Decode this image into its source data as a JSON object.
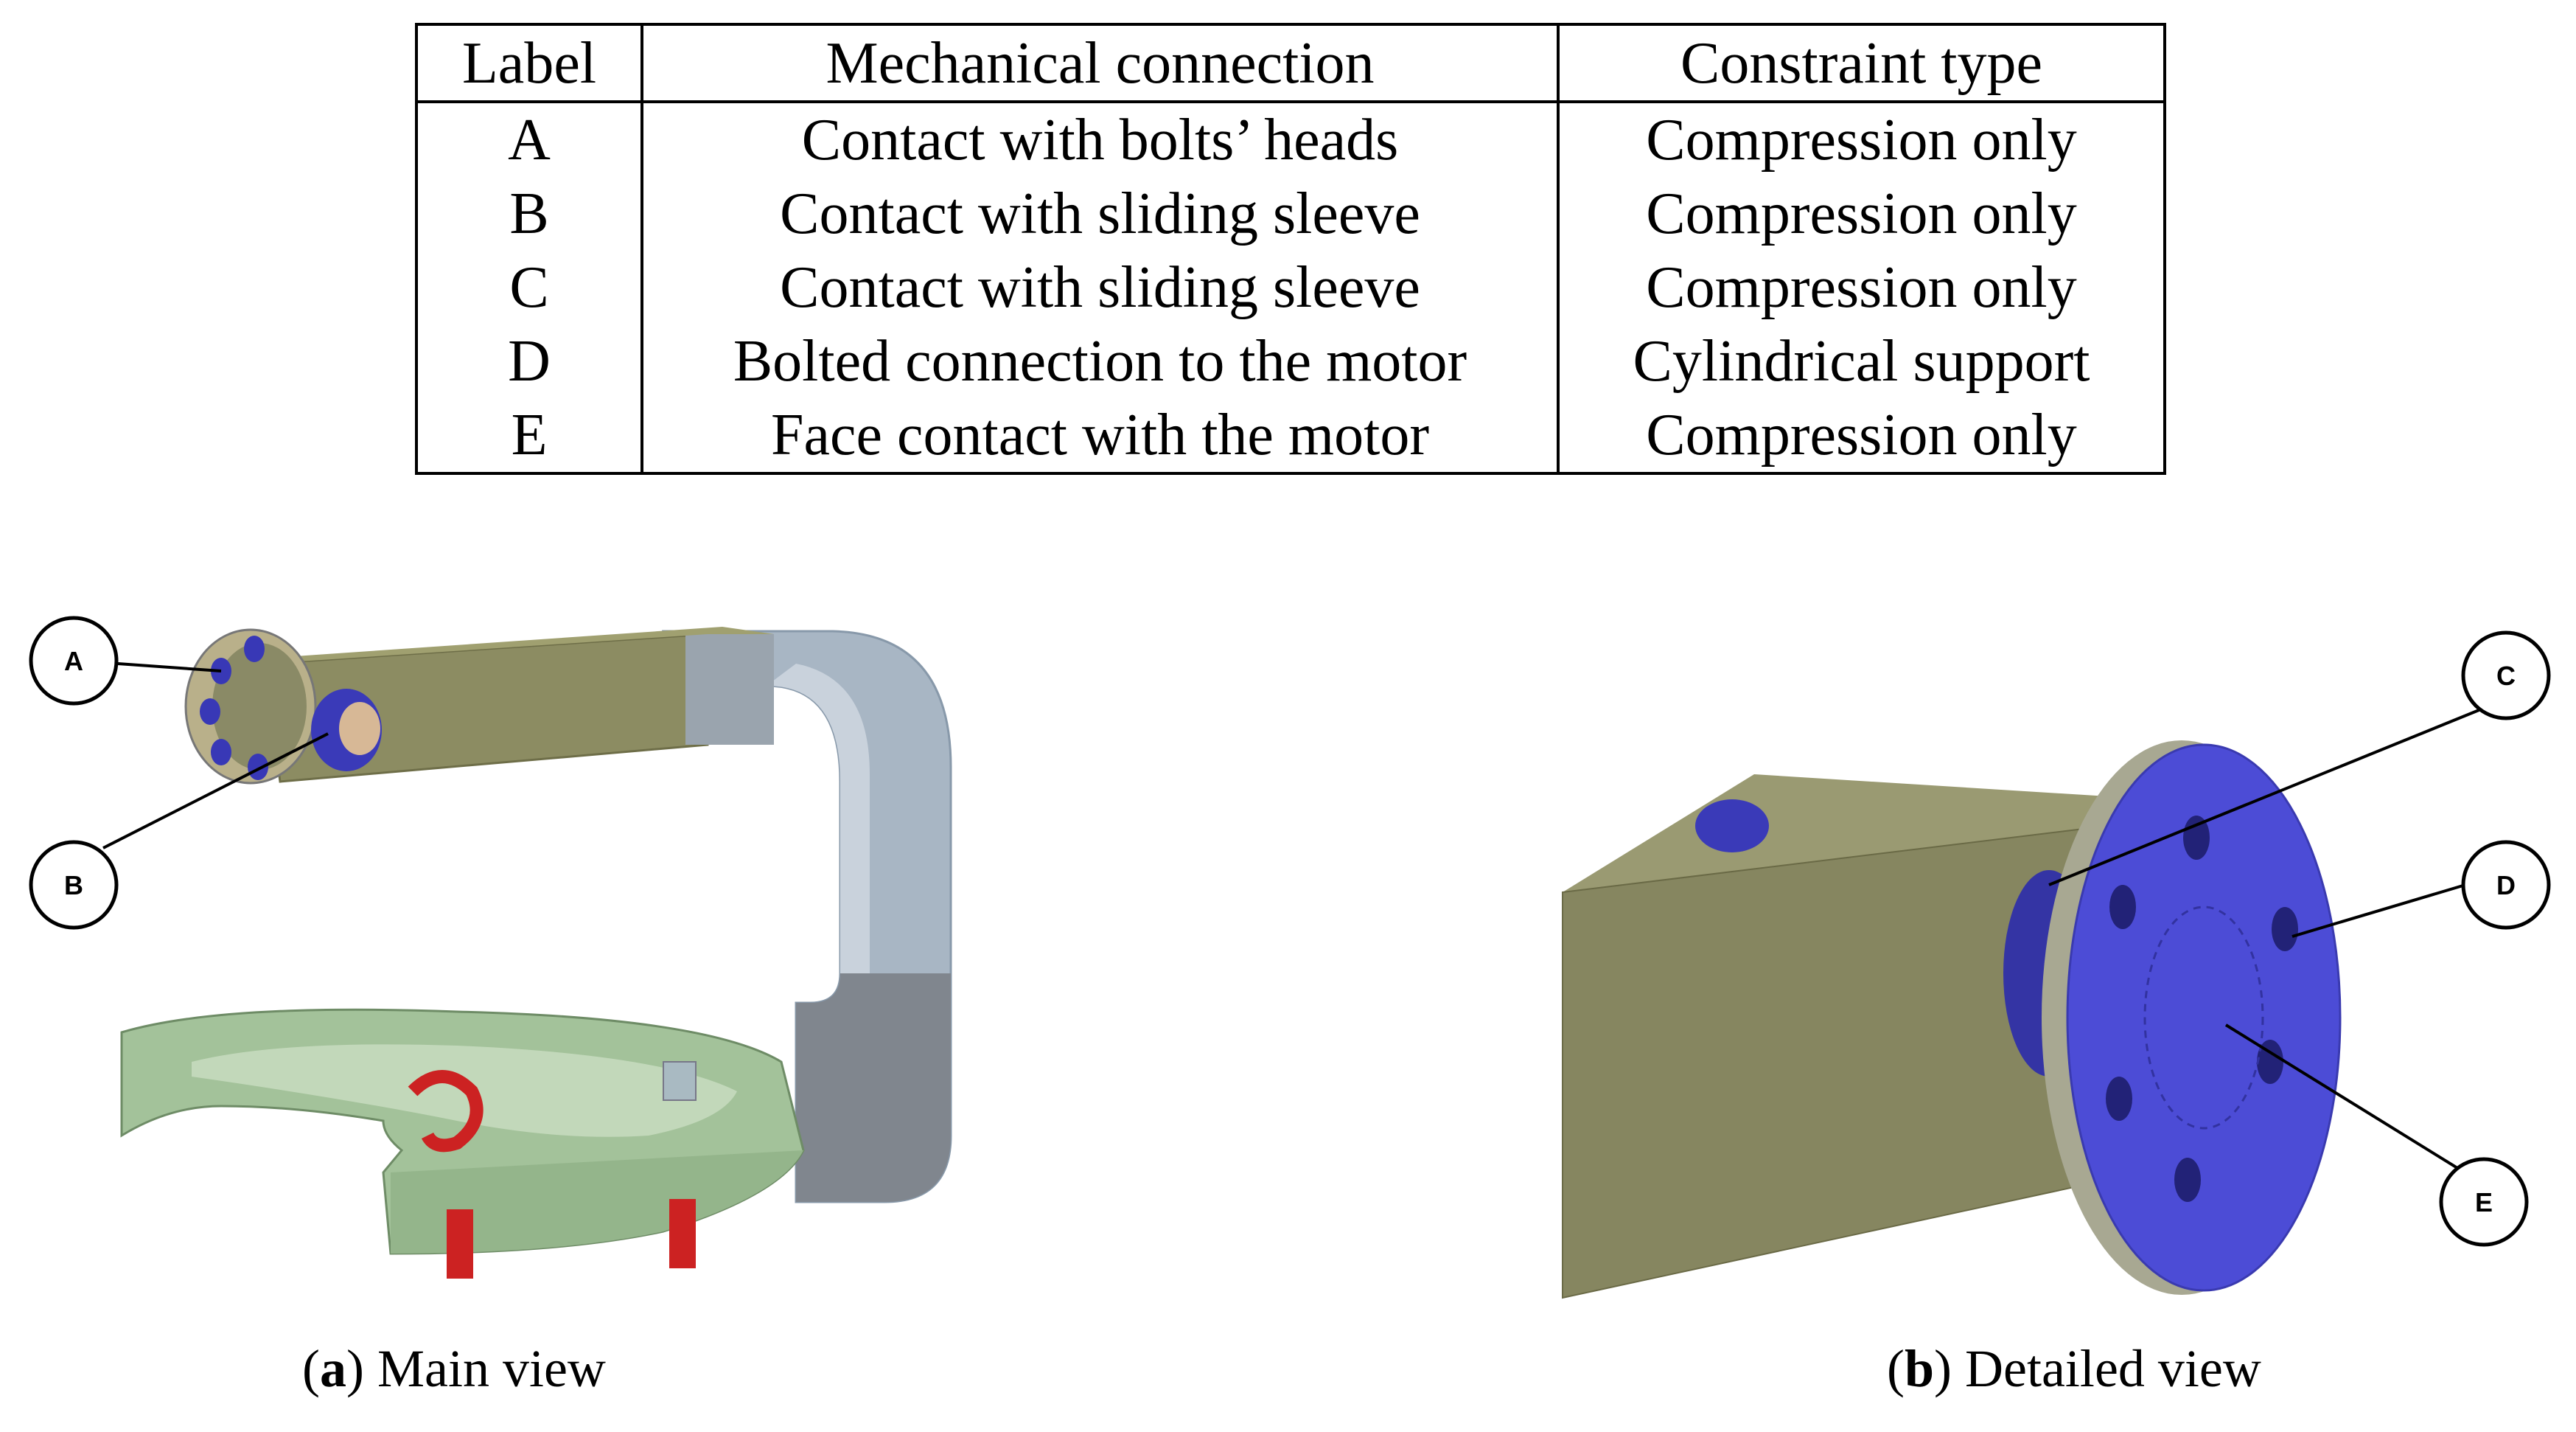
{
  "table": {
    "headers": [
      "Label",
      "Mechanical connection",
      "Constraint type"
    ],
    "rows": [
      {
        "label": "A",
        "connection": "Contact with bolts’ heads",
        "constraint": "Compression only"
      },
      {
        "label": "B",
        "connection": "Contact with sliding sleeve",
        "constraint": "Compression only"
      },
      {
        "label": "C",
        "connection": "Contact with sliding sleeve",
        "constraint": "Compression only"
      },
      {
        "label": "D",
        "connection": "Bolted connection to the motor",
        "constraint": "Cylindrical support"
      },
      {
        "label": "E",
        "connection": "Face contact with the motor",
        "constraint": "Compression only"
      }
    ]
  },
  "figure_a": {
    "callouts": [
      "A",
      "B"
    ],
    "caption_letter": "a",
    "caption_text": "Main view",
    "colors": {
      "arm": "#8a8a5c",
      "frame": "#a6b8c8",
      "base": "#a3c29a",
      "bolts": "#3a3ab8",
      "pins": "#cc2222"
    }
  },
  "figure_b": {
    "callouts": [
      "C",
      "D",
      "E"
    ],
    "caption_letter": "b",
    "caption_text": "Detailed view",
    "colors": {
      "arm": "#868660",
      "flange": "#4a4ad8",
      "holes": "#2a2a80"
    }
  }
}
